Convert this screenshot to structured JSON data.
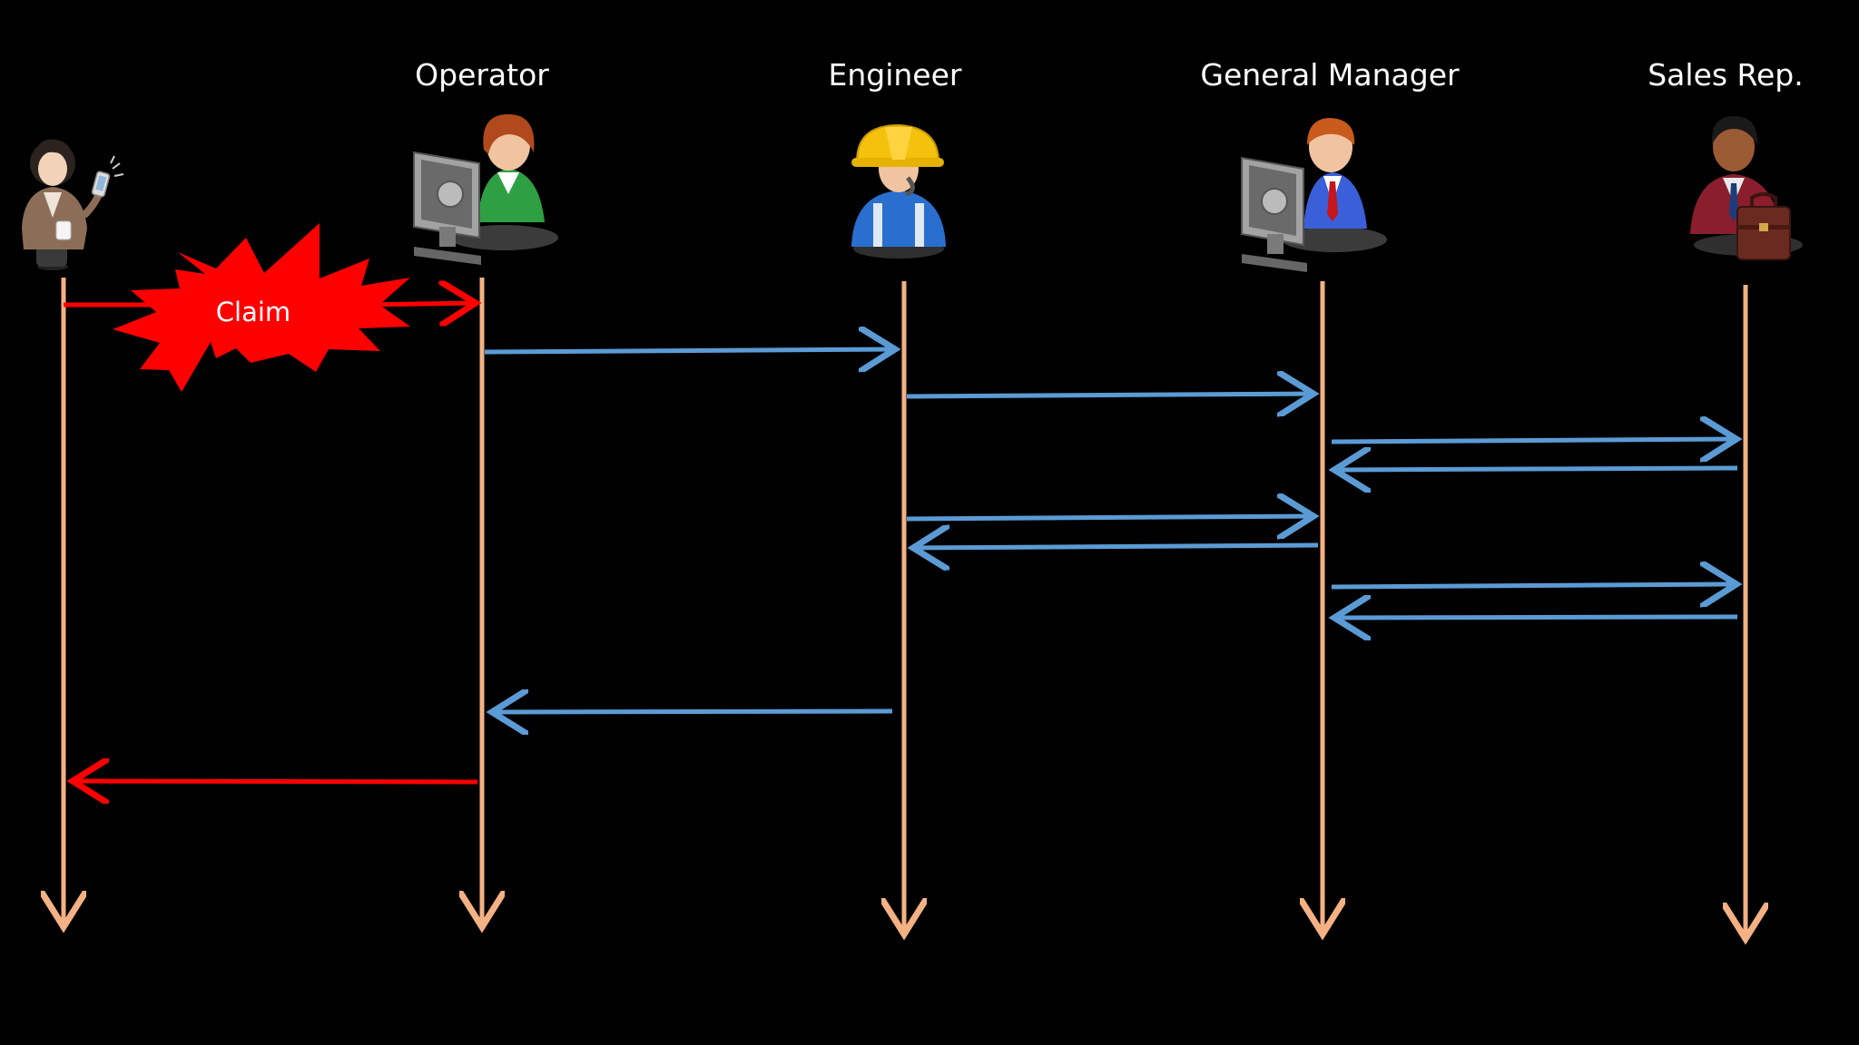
{
  "actors": [
    {
      "id": "customer",
      "label": "",
      "icon": "customer-on-phone-icon"
    },
    {
      "id": "operator",
      "label": "Operator",
      "icon": "operator-at-computer-icon"
    },
    {
      "id": "engineer",
      "label": "Engineer",
      "icon": "engineer-hardhat-icon"
    },
    {
      "id": "general_manager",
      "label": "General Manager",
      "icon": "manager-at-computer-icon"
    },
    {
      "id": "sales_rep",
      "label": "Sales Rep.",
      "icon": "sales-rep-briefcase-icon"
    }
  ],
  "claim": {
    "label": "Claim"
  },
  "messages": [
    {
      "from": "customer",
      "to": "operator",
      "color": "#ff0000"
    },
    {
      "from": "operator",
      "to": "engineer",
      "color": "#5b9bd5"
    },
    {
      "from": "engineer",
      "to": "general_manager",
      "color": "#5b9bd5"
    },
    {
      "from": "general_manager",
      "to": "sales_rep",
      "color": "#5b9bd5"
    },
    {
      "from": "sales_rep",
      "to": "general_manager",
      "color": "#5b9bd5"
    },
    {
      "from": "engineer",
      "to": "general_manager",
      "color": "#5b9bd5"
    },
    {
      "from": "general_manager",
      "to": "engineer",
      "color": "#5b9bd5"
    },
    {
      "from": "general_manager",
      "to": "sales_rep",
      "color": "#5b9bd5"
    },
    {
      "from": "sales_rep",
      "to": "general_manager",
      "color": "#5b9bd5"
    },
    {
      "from": "engineer",
      "to": "operator",
      "color": "#5b9bd5"
    },
    {
      "from": "operator",
      "to": "customer",
      "color": "#ff0000"
    }
  ],
  "colors": {
    "background": "#000000",
    "lifeline": "#f4b183",
    "request": "#ff0000",
    "internal": "#5b9bd5",
    "label": "#ffffff"
  }
}
